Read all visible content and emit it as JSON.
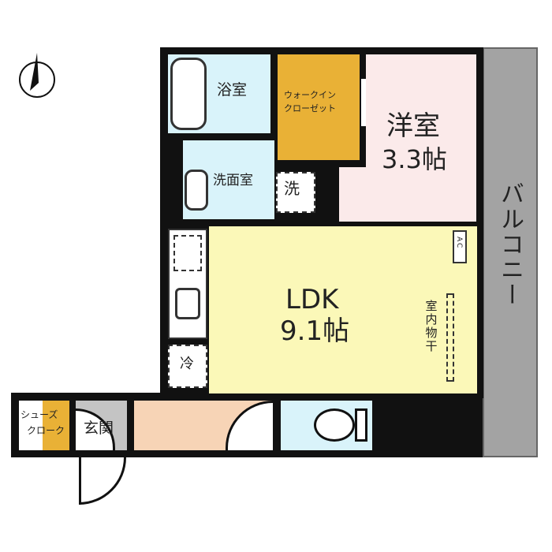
{
  "rooms": {
    "bath": "浴室",
    "walkin_closet": [
      "ウォークイン",
      "クローゼット"
    ],
    "western_room": {
      "name": "洋室",
      "size": "3.3帖"
    },
    "washroom": "洗面室",
    "washer": "洗",
    "ldk": {
      "name": "LDK",
      "size": "9.1帖"
    },
    "indoor_drying": "室内物干",
    "ac": "AC",
    "fridge": "冷",
    "shoe_closet": [
      "シューズ",
      "クローク"
    ],
    "entrance": "玄関",
    "balcony": "バルコニー"
  },
  "colors": {
    "ldk": "#fbf8b8",
    "western": "#fbeaea",
    "wet": "#d9f3fa",
    "closet": "#e9b136",
    "hall": "#f7d4b6",
    "entrance": "#c4c4c4",
    "balcony": "#a3a3a3"
  }
}
